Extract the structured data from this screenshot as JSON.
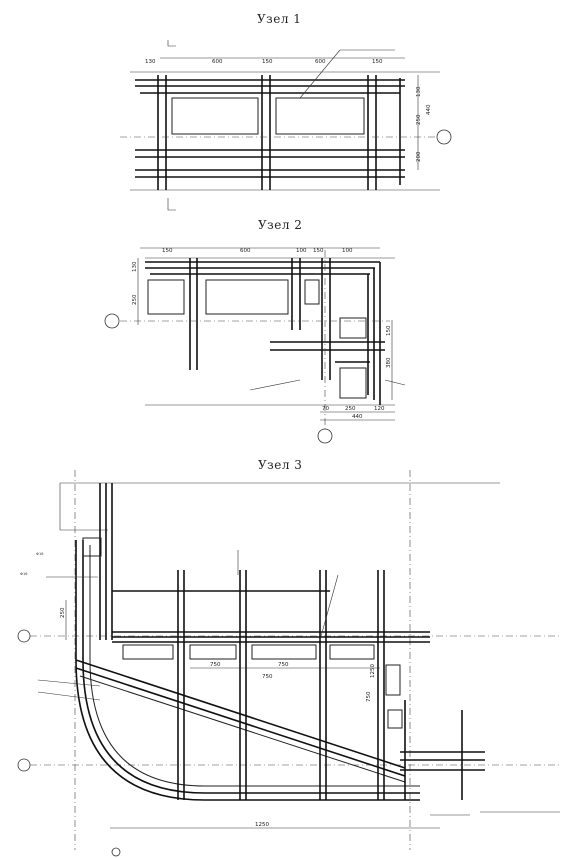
{
  "titles": {
    "node1": "Узел 1",
    "node2": "Узел 2",
    "node3": "Узел 3"
  },
  "node1": {
    "dims_top": [
      "130",
      "600",
      "150",
      "600",
      "150"
    ],
    "dims_right": [
      "130",
      "250",
      "440",
      "200"
    ]
  },
  "node2": {
    "dims_top": [
      "150",
      "600",
      "100",
      "150",
      "100"
    ],
    "dims_left": [
      "130",
      "250"
    ],
    "dims_right": [
      "150",
      "380"
    ],
    "dims_bottom": [
      "70",
      "250",
      "120",
      "440"
    ]
  },
  "node3": {
    "dims_mid": [
      "750",
      "750",
      "750"
    ],
    "dims_left": [
      "250"
    ],
    "dims_right": [
      "1250",
      "750"
    ],
    "dims_bottom": [
      "1250"
    ]
  }
}
